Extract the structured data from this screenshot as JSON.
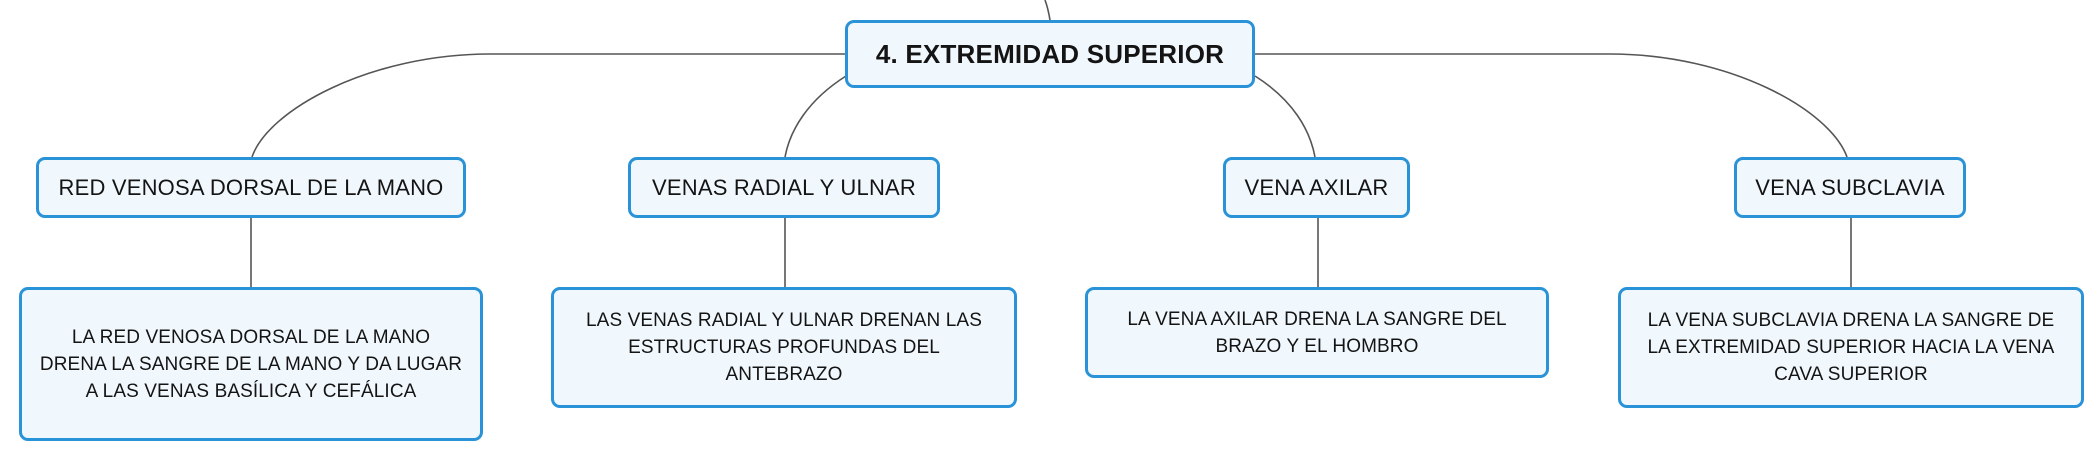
{
  "colors": {
    "node_border": "#2a93d8",
    "node_fill": "#f1f8fd",
    "connector": "#555555",
    "text": "#141414"
  },
  "root": {
    "label": "4. EXTREMIDAD SUPERIOR"
  },
  "branches": [
    {
      "label": "RED VENOSA DORSAL DE LA MANO",
      "description": "LA RED VENOSA DORSAL DE LA MANO DRENA LA SANGRE DE LA MANO Y DA LUGAR A LAS VENAS BASÍLICA Y CEFÁLICA"
    },
    {
      "label": "VENAS RADIAL Y ULNAR",
      "description": "LAS VENAS RADIAL Y ULNAR DRENAN LAS ESTRUCTURAS PROFUNDAS DEL ANTEBRAZO"
    },
    {
      "label": "VENA AXILAR",
      "description": "LA VENA AXILAR DRENA LA SANGRE DEL BRAZO Y EL HOMBRO"
    },
    {
      "label": "VENA SUBCLAVIA",
      "description": "LA VENA SUBCLAVIA DRENA LA SANGRE DE LA EXTREMIDAD SUPERIOR HACIA LA VENA CAVA SUPERIOR"
    }
  ]
}
